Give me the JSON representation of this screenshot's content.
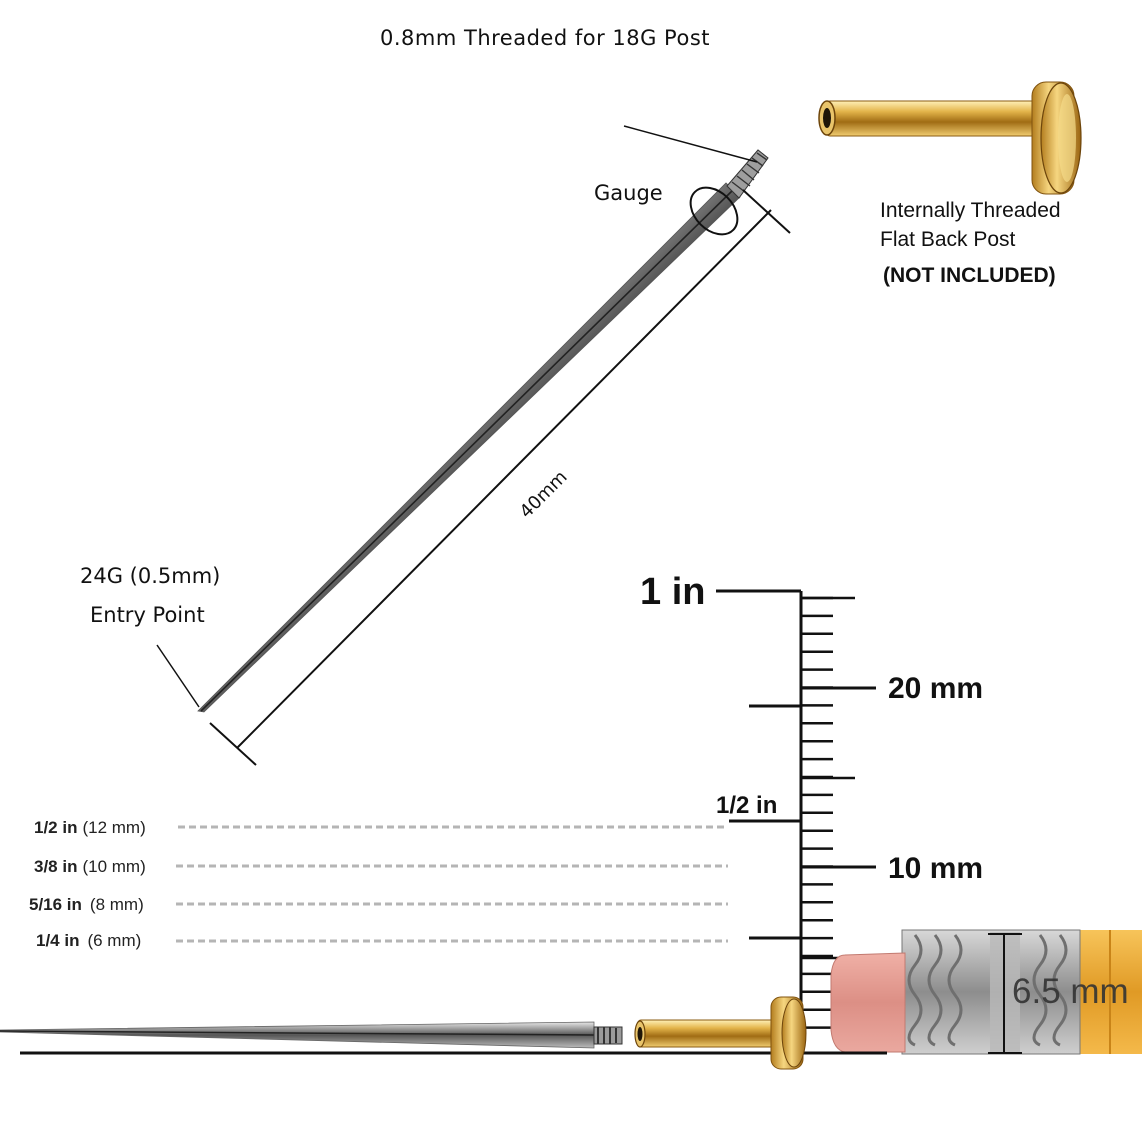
{
  "diagram": {
    "heading": "0.8mm Threaded for 18G Post",
    "gauge_label": "Gauge",
    "length_label": "40mm",
    "entry_label_line1": "24G (0.5mm)",
    "entry_label_line2": "Entry Point",
    "post_label_line1": "Internally Threaded",
    "post_label_line2": "Flat Back Post",
    "post_note": "(NOT INCLUDED)",
    "ruler": {
      "inch_major": "1 in",
      "inch_half": "1/2 in",
      "mm_20": "20 mm",
      "mm_10": "10 mm",
      "pencil_size": "6.5 mm"
    },
    "sizes": [
      {
        "inch": "1/2 in",
        "mm": "(12 mm)"
      },
      {
        "inch": "3/8 in",
        "mm": "(10 mm)"
      },
      {
        "inch": "5/16 in",
        "mm": "(8 mm)"
      },
      {
        "inch": "1/4 in",
        "mm": "(6 mm)"
      }
    ],
    "colors": {
      "gold": "#d9a63a",
      "steel": "#c8c8c8",
      "eraser": "#e8a39b",
      "pencil": "#f2b33a",
      "dash": "#b5b5b5"
    }
  }
}
